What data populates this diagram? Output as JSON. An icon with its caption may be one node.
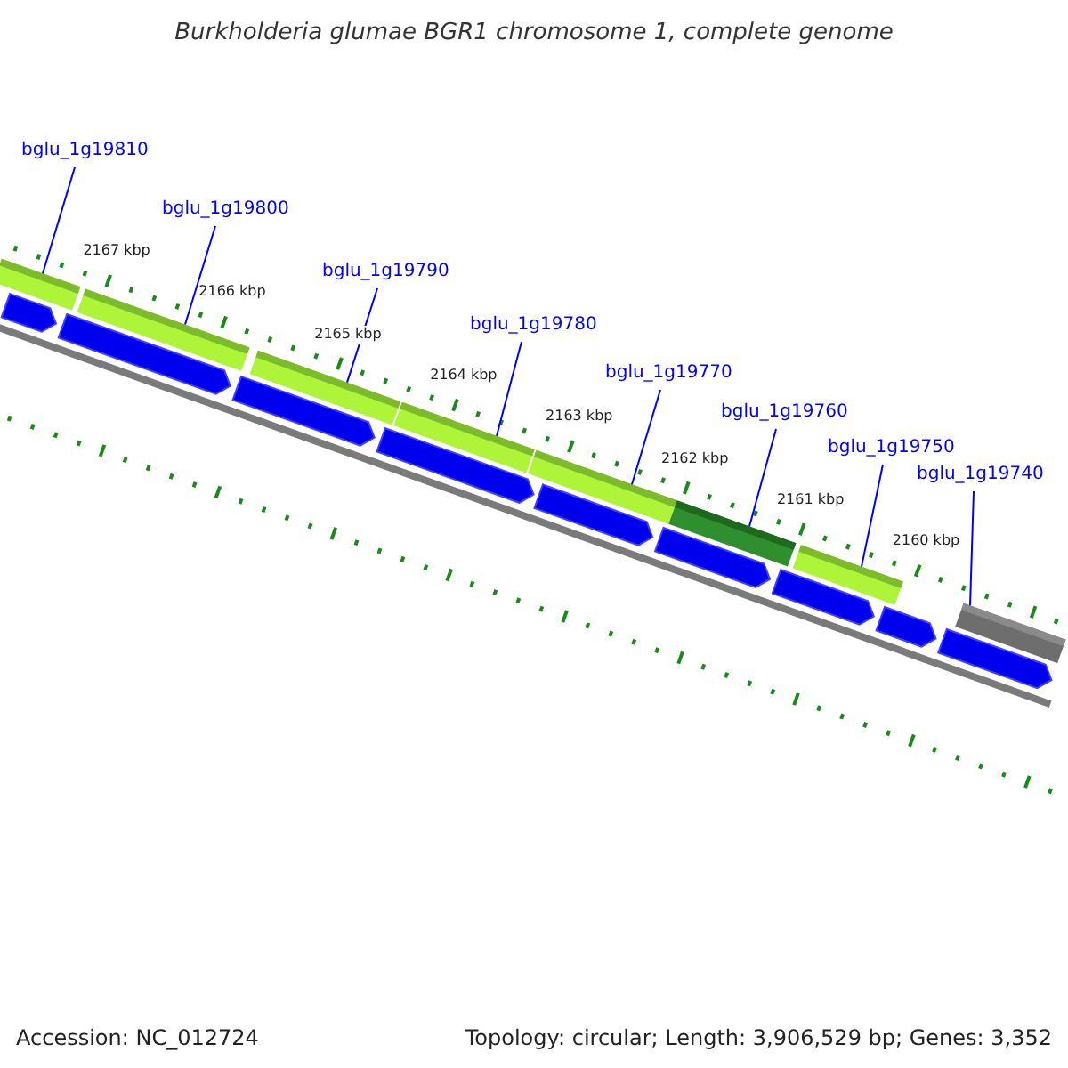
{
  "diagram": {
    "title": "Burkholderia glumae BGR1 chromosome 1, complete genome",
    "nodes": [
      {
        "text": [
          "bglu_1g19810"
        ]
      },
      {
        "text": [
          "bglu_1g19800"
        ]
      },
      {
        "text": [
          "bglu_1g19790"
        ]
      },
      {
        "text": [
          "bglu_1g19780"
        ]
      },
      {
        "text": [
          "bglu_1g19770"
        ]
      },
      {
        "text": [
          "bglu_1g19760"
        ]
      },
      {
        "text": [
          "bglu_1g19750"
        ]
      },
      {
        "text": [
          "bglu_1g19740"
        ]
      },
      {
        "text": [],
        "shape": "bar"
      },
      {
        "text": [],
        "shape": "bar"
      },
      {
        "text": [],
        "shape": "bar"
      },
      {
        "text": [],
        "shape": "bar"
      },
      {
        "text": [],
        "shape": "bar"
      },
      {
        "text": [],
        "shape": "bar"
      },
      {
        "text": [],
        "shape": "bar"
      },
      {
        "text": [],
        "shape": "bar"
      },
      {
        "text": [],
        "shape": "pentagon"
      },
      {
        "text": [],
        "shape": "pentagon"
      },
      {
        "text": [],
        "shape": "pentagon"
      },
      {
        "text": [],
        "shape": "pentagon"
      },
      {
        "text": [],
        "shape": "pentagon"
      },
      {
        "text": [],
        "shape": "pentagon"
      },
      {
        "text": [],
        "shape": "pentagon"
      },
      {
        "text": [],
        "shape": "pentagon"
      },
      {
        "text": [],
        "shape": "pentagon"
      }
    ],
    "edges": [
      {
        "from": 0,
        "to": 8,
        "arrow": "none"
      },
      {
        "from": 1,
        "to": 9,
        "arrow": "none"
      },
      {
        "from": 2,
        "to": 10,
        "arrow": "none"
      },
      {
        "from": 3,
        "to": 11,
        "arrow": "none"
      },
      {
        "from": 4,
        "to": 12,
        "arrow": "none"
      },
      {
        "from": 5,
        "to": 13,
        "arrow": "none"
      },
      {
        "from": 6,
        "to": 14,
        "arrow": "none"
      },
      {
        "from": 7,
        "to": 15,
        "arrow": "none"
      }
    ],
    "labels": [
      "2167 kbp",
      "2166 kbp",
      "2165 kbp",
      "2164 kbp",
      "2163 kbp",
      "2162 kbp",
      "2161 kbp",
      "2160 kbp",
      "Accession: NC_012724",
      "Topology: circular; Length: 3,906,529 bp; Genes: 3,352"
    ]
  }
}
